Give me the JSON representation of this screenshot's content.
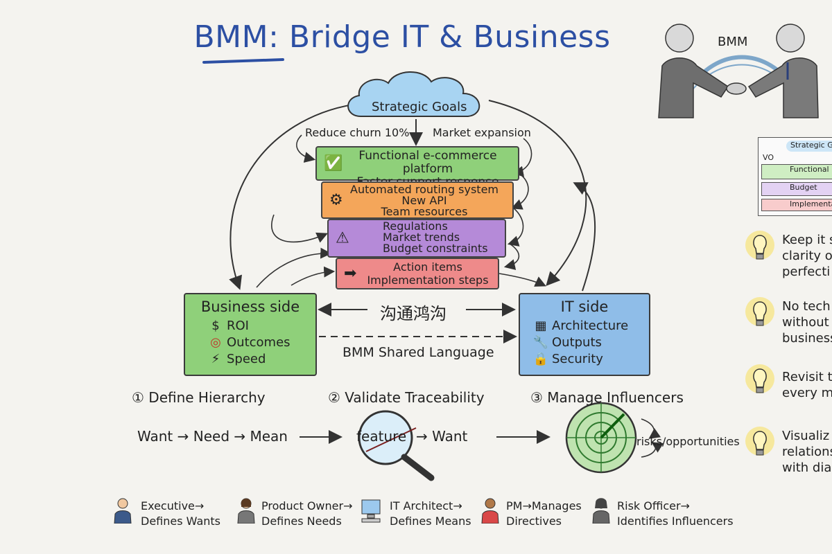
{
  "title": "BMM: Bridge IT & Business",
  "handshake_label": "BMM",
  "cloud_label": "Strategic Goals",
  "goals": {
    "left": "Reduce churn 10%",
    "right": "Market expansion"
  },
  "layers": [
    {
      "lines": [
        "Functional e-commerce platform",
        "Faster support response"
      ],
      "color": "#8fd07a",
      "icon": "check-icon"
    },
    {
      "lines": [
        "Automated routing system",
        "New API",
        "Team resources"
      ],
      "color": "#f4a65a",
      "icon": "gear-icon"
    },
    {
      "lines": [
        "Regulations",
        "Market trends",
        "Budget constraints"
      ],
      "color": "#b58ad8",
      "icon": "warning-icon"
    },
    {
      "lines": [
        "Action items",
        "Implementation steps"
      ],
      "color": "#ee8a8a",
      "icon": "arrow-right-icon"
    }
  ],
  "business": {
    "title": "Business side",
    "items": [
      {
        "icon": "$",
        "label": "ROI"
      },
      {
        "icon": "◎",
        "label": "Outcomes"
      },
      {
        "icon": "⚡",
        "label": "Speed"
      }
    ],
    "color": "#8fd07a"
  },
  "it": {
    "title": "IT side",
    "items": [
      {
        "icon": "▦",
        "label": "Architecture"
      },
      {
        "icon": "🔧",
        "label": "Outputs"
      },
      {
        "icon": "🔒",
        "label": "Security"
      }
    ],
    "color": "#8fbde8"
  },
  "gap_label": "沟通鸿沟",
  "shared_label": "BMM Shared Language",
  "steps": [
    "① Define Hierarchy",
    "② Validate Traceability",
    "③ Manage Influencers"
  ],
  "flow": {
    "want_need_mean": "Want → Need → Mean",
    "feature": "feature",
    "want": "→ Want",
    "risks": "risks/opportunities"
  },
  "roles": [
    {
      "line1": "Executive→",
      "line2": "Defines Wants"
    },
    {
      "line1": "Product Owner→",
      "line2": "Defines Needs"
    },
    {
      "line1": "IT Architect→",
      "line2": "Defines Means"
    },
    {
      "line1": "PM→Manages",
      "line2": "Directives"
    },
    {
      "line1": "Risk Officer→",
      "line2": "Identifies Influencers"
    }
  ],
  "mini": {
    "cloud": "Strategic G",
    "left": "VO",
    "row1": "Functional",
    "row2": "Budget",
    "row3": "Implementa"
  },
  "tips": [
    {
      "line1": "Keep it s",
      "line2": "clarity o",
      "line3": "perfecti"
    },
    {
      "line1": "No tech",
      "line2": "without",
      "line3": "business"
    },
    {
      "line1": "Revisit t",
      "line2": "every m",
      "line3": ""
    },
    {
      "line1": "Visualiz",
      "line2": "relations",
      "line3": "with dia"
    }
  ]
}
